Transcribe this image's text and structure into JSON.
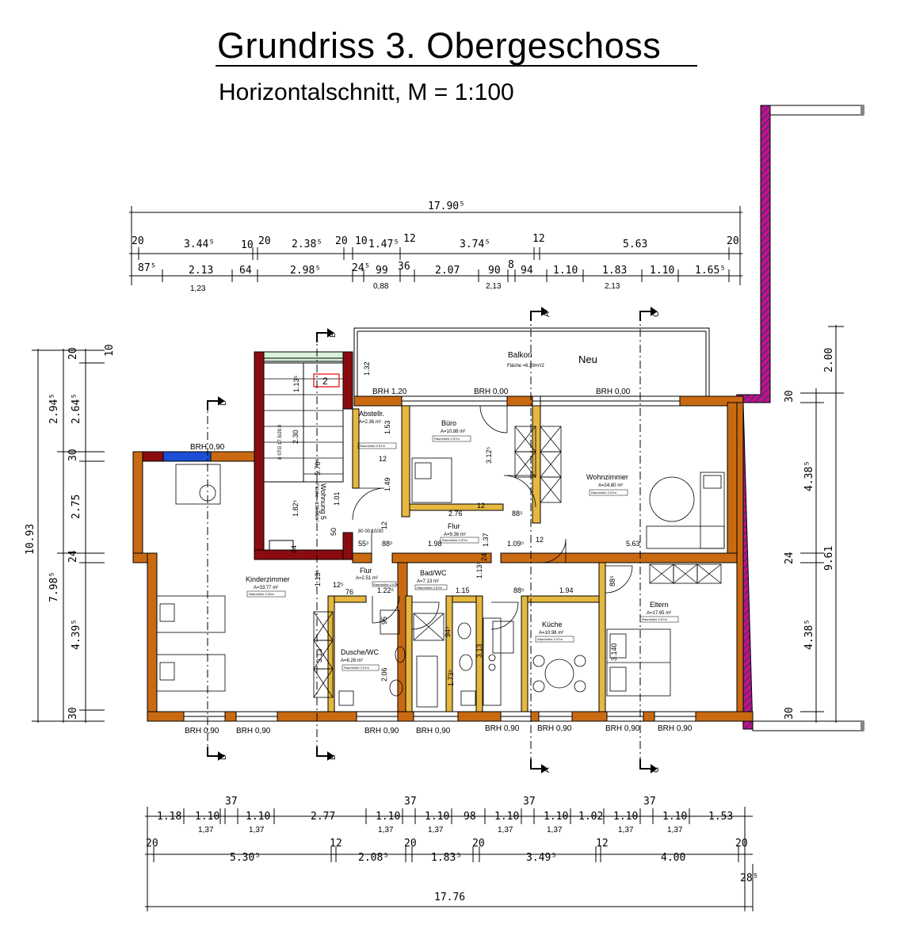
{
  "title": "Grundriss 3. Obergeschoss",
  "subtitle": "Horizontalschnitt, M = 1:100",
  "colors": {
    "wall_existing": "#c96a12",
    "wall_stair": "#8b0c10",
    "wall_hatched": "#3b2f9e",
    "window_blue": "#1a4fd6"
  },
  "rooms": {
    "balkon": {
      "name": "Balkon",
      "area": "Fläche =6.29m²/2"
    },
    "neu": "Neu",
    "abstellr": {
      "name": "Abstellr.",
      "area": "A=2.36 m²",
      "height": "Raumhöhe 2.57m"
    },
    "buero": {
      "name": "Büro",
      "area": "A=10.88 m²",
      "height": "Raumhöhe 2.57m"
    },
    "wohnzimmer": {
      "name": "Wohnzimmer",
      "area": "A=24.80 m²",
      "height": "Raumhöhe 2.57m"
    },
    "flur_main": {
      "name": "Flur",
      "area": "A=9.36 m²",
      "height": "Raumhöhe 2.57m"
    },
    "kinderzimmer": {
      "name": "Kinderzimmer",
      "area": "A=33.77 m²",
      "height": "Raumhöhe 2.52m"
    },
    "flur_small": {
      "name": "Flur",
      "area": "A=2.51 m²",
      "height": "Raumhöhe 2.57m"
    },
    "badwc": {
      "name": "Bad/WC",
      "area": "A=7.13 m²",
      "height": "Raumhöhe 2.57m"
    },
    "dusche": {
      "name": "Dusche/WC",
      "area": "A=6.26 m²",
      "height": "Raumhöhe 2.57m"
    },
    "kueche": {
      "name": "Küche",
      "area": "A=10.98 m²",
      "height": "Raumhöhe 2.57m"
    },
    "eltern": {
      "name": "Eltern",
      "area": "A=17.65 m²",
      "height": "Raumhöhe 2.57m"
    },
    "wohnung": "Wohnung 5",
    "wohnung_area": "Fläche =130.95m²",
    "stair": "8 STG 17.5/29.0"
  },
  "brh": {
    "b120": "BRH 1,20",
    "b000a": "BRH 0,00",
    "b000b": "BRH 0,00",
    "b090_top": "BRH 0,90",
    "bottom": [
      "BRH 0,90",
      "BRH 0,90",
      "BRH 0,90",
      "BRH 0,90",
      "BRH 0,90",
      "BRH 0,90",
      "BRH 0,90",
      "BRH 0,90"
    ]
  },
  "section_marks": {
    "a": "A",
    "b": "B",
    "c": "C",
    "d": "D"
  },
  "box_number": "2",
  "dims_top": {
    "total": "17.90⁵",
    "row2": [
      "20",
      "3.44⁵",
      "10",
      "20",
      "2.38⁵",
      "20",
      "10",
      "1.47⁵",
      "12",
      "3.74⁵",
      "12",
      "5.63",
      "20"
    ],
    "row3": [
      "87⁵",
      "2.13",
      "64",
      "2.98⁵",
      "24⁵",
      "99",
      "36",
      "2.07",
      "90",
      "8",
      "94",
      "1.10",
      "1.83",
      "1.10",
      "1.65⁵"
    ],
    "row3_sub": [
      "1,23",
      "0,88",
      "2,13",
      "2,13"
    ]
  },
  "dims_bottom": {
    "row1": [
      "1.18",
      "1.10",
      "1.10",
      "2.77",
      "1.10",
      "1.10",
      "98",
      "1.10",
      "1.10",
      "1.02",
      "1.10",
      "1.10",
      "1.53"
    ],
    "row1_top": [
      "37",
      "37",
      "37",
      "37"
    ],
    "row1_sub": [
      "1,37",
      "1,37",
      "1,37",
      "1,37",
      "1,37",
      "1,37",
      "1,37",
      "1,37"
    ],
    "row2": [
      "20",
      "5.30⁵",
      "12",
      "2.08⁵",
      "20",
      "1.83⁵",
      "20",
      "3.49⁵",
      "12",
      "4.00",
      "20",
      "28⁵"
    ],
    "total": "17.76"
  },
  "dims_left": [
    "10",
    "20",
    "2.94⁵",
    "2.64⁵",
    "30",
    "2.75",
    "24",
    "7.98⁵",
    "4.39⁵",
    "30",
    "10.93"
  ],
  "dims_right": [
    "2.00",
    "30",
    "4.38⁵",
    "24",
    "9.61",
    "4.38⁵",
    "30"
  ],
  "dims_inner": [
    "1.13⁵",
    "2.30",
    "1.82⁵",
    "5.70⁵",
    "1.01",
    "1.32",
    "1.53",
    "1.49",
    "12",
    "2.76",
    "3.12⁵",
    "12",
    "88⁵",
    "1.98",
    "1.09⁵",
    "5.63",
    "12",
    "55⁵",
    "88⁵",
    "80 00 10/30",
    "1.37",
    "1.13⁵",
    "12⁵",
    "76",
    "1.22⁵",
    "1.15",
    "88⁵",
    "1.94",
    "88⁵",
    "95",
    "94⁵",
    "2.06",
    "1.73⁵",
    "3.13",
    "1.13⁵",
    "3.13",
    "3.140",
    "44",
    "50",
    "12",
    "24"
  ]
}
